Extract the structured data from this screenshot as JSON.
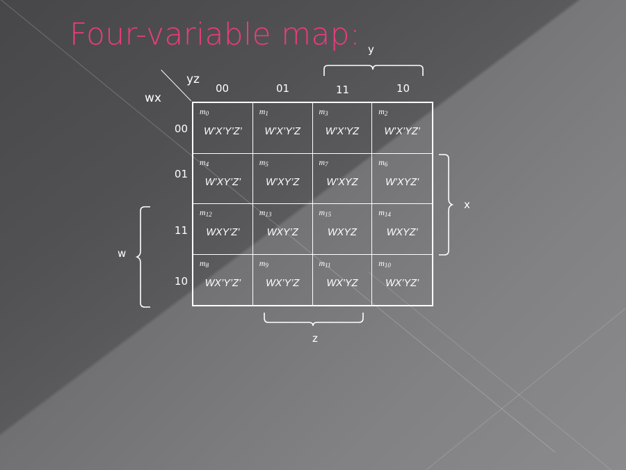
{
  "slide": {
    "title": "Four-variable map:",
    "title_color": "#ec3b7e",
    "background_color": "#6a6a6c",
    "text_color": "#ffffff"
  },
  "kmap": {
    "corner_top_label": "yz",
    "corner_bottom_label": "wx",
    "column_headers": [
      "00",
      "01",
      "11",
      "10"
    ],
    "row_headers": [
      "00",
      "01",
      "11",
      "10"
    ],
    "cells": [
      [
        {
          "minterm": "m",
          "index": "0",
          "term": "W’X’Y’Z’"
        },
        {
          "minterm": "m",
          "index": "1",
          "term": "W’X’Y’Z"
        },
        {
          "minterm": "m",
          "index": "3",
          "term": "W’X’YZ"
        },
        {
          "minterm": "m",
          "index": "2",
          "term": "W’X’YZ’"
        }
      ],
      [
        {
          "minterm": "m",
          "index": "4",
          "term": "W’XY’Z’"
        },
        {
          "minterm": "m",
          "index": "5",
          "term": "W’XY’Z"
        },
        {
          "minterm": "m",
          "index": "7",
          "term": "W’XYZ"
        },
        {
          "minterm": "m",
          "index": "6",
          "term": "W’XYZ’"
        }
      ],
      [
        {
          "minterm": "m",
          "index": "12",
          "term": "WXY’Z’"
        },
        {
          "minterm": "m",
          "index": "13",
          "term": "WXY’Z"
        },
        {
          "minterm": "m",
          "index": "15",
          "term": "WXYZ"
        },
        {
          "minterm": "m",
          "index": "14",
          "term": "WXYZ’"
        }
      ],
      [
        {
          "minterm": "m",
          "index": "8",
          "term": "WX’Y’Z’"
        },
        {
          "minterm": "m",
          "index": "9",
          "term": "WX’Y’Z"
        },
        {
          "minterm": "m",
          "index": "11",
          "term": "WX’YZ"
        },
        {
          "minterm": "m",
          "index": "10",
          "term": "WX’YZ’"
        }
      ]
    ]
  },
  "groups": {
    "y": {
      "label": "y",
      "position": "top",
      "spans": [
        "11",
        "10"
      ]
    },
    "x": {
      "label": "x",
      "position": "right",
      "spans": [
        "01",
        "11"
      ]
    },
    "w": {
      "label": "w",
      "position": "left",
      "spans": [
        "11",
        "10"
      ]
    },
    "z": {
      "label": "z",
      "position": "bottom",
      "spans": [
        "01",
        "11"
      ]
    }
  }
}
